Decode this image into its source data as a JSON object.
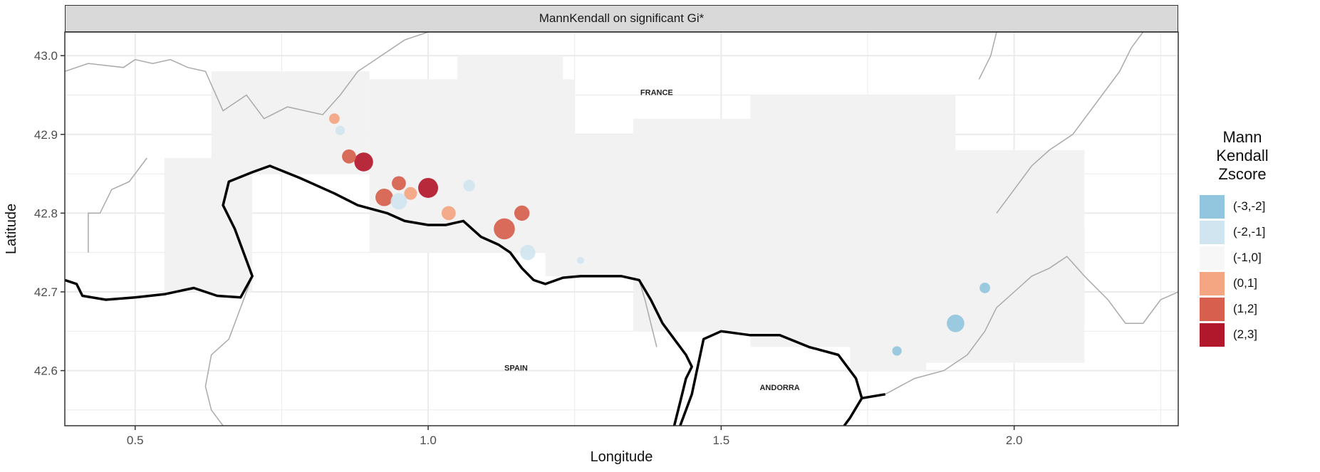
{
  "panel": {
    "strip_title": "MannKendall on significant Gi*"
  },
  "axes": {
    "xlabel": "Longitude",
    "ylabel": "Latitude",
    "xlim": [
      0.38,
      2.28
    ],
    "ylim": [
      42.53,
      43.03
    ],
    "xticks": [
      {
        "value": 0.5,
        "label": "0.5"
      },
      {
        "value": 1.0,
        "label": "1.0"
      },
      {
        "value": 1.5,
        "label": "1.5"
      },
      {
        "value": 2.0,
        "label": "2.0"
      }
    ],
    "yticks": [
      {
        "value": 42.6,
        "label": "42.6"
      },
      {
        "value": 42.7,
        "label": "42.7"
      },
      {
        "value": 42.8,
        "label": "42.8"
      },
      {
        "value": 42.9,
        "label": "42.9"
      },
      {
        "value": 43.0,
        "label": "43.0"
      }
    ]
  },
  "map_labels": [
    {
      "text": "FRANCE",
      "lon": 1.39,
      "lat": 42.95
    },
    {
      "text": "SPAIN",
      "lon": 1.15,
      "lat": 42.6
    },
    {
      "text": "ANDORRA",
      "lon": 1.6,
      "lat": 42.575
    }
  ],
  "legend": {
    "title_line1": "Mann Kendall",
    "title_line2": "Zscore",
    "items": [
      {
        "label": "(-3,-2]",
        "color": "#92c5de"
      },
      {
        "label": "(-2,-1]",
        "color": "#d1e5f0"
      },
      {
        "label": "(-1,0]",
        "color": "#f7f7f7"
      },
      {
        "label": "(0,1]",
        "color": "#f4a582"
      },
      {
        "label": "(1,2]",
        "color": "#d6604d"
      },
      {
        "label": "(2,3]",
        "color": "#b2182b"
      }
    ]
  },
  "colors": {
    "panel_background": "#ffffff",
    "grid": "#ebebeb",
    "border_country": "#000000",
    "border_region": "#aaaaaa",
    "study_area": "#f2f2f2"
  },
  "map_data": {
    "spain_france_border": [
      [
        0.38,
        42.715
      ],
      [
        0.4,
        42.71
      ],
      [
        0.41,
        42.695
      ],
      [
        0.45,
        42.69
      ],
      [
        0.5,
        42.693
      ],
      [
        0.55,
        42.697
      ],
      [
        0.6,
        42.705
      ],
      [
        0.64,
        42.695
      ],
      [
        0.68,
        42.693
      ],
      [
        0.7,
        42.72
      ],
      [
        0.67,
        42.78
      ],
      [
        0.65,
        42.81
      ],
      [
        0.66,
        42.84
      ],
      [
        0.7,
        42.852
      ],
      [
        0.73,
        42.86
      ],
      [
        0.78,
        42.845
      ],
      [
        0.84,
        42.825
      ],
      [
        0.88,
        42.81
      ],
      [
        0.93,
        42.8
      ],
      [
        0.96,
        42.79
      ],
      [
        1.0,
        42.785
      ],
      [
        1.03,
        42.785
      ],
      [
        1.06,
        42.79
      ],
      [
        1.09,
        42.77
      ],
      [
        1.12,
        42.76
      ],
      [
        1.14,
        42.75
      ],
      [
        1.16,
        42.73
      ],
      [
        1.18,
        42.715
      ],
      [
        1.2,
        42.71
      ],
      [
        1.23,
        42.718
      ],
      [
        1.26,
        42.72
      ],
      [
        1.3,
        42.72
      ],
      [
        1.33,
        42.72
      ],
      [
        1.36,
        42.715
      ],
      [
        1.38,
        42.69
      ],
      [
        1.4,
        42.66
      ],
      [
        1.42,
        42.64
      ],
      [
        1.44,
        42.62
      ],
      [
        1.45,
        42.605
      ],
      [
        1.44,
        42.59
      ],
      [
        1.43,
        42.56
      ],
      [
        1.42,
        42.53
      ]
    ],
    "andorra_border": [
      [
        1.43,
        42.53
      ],
      [
        1.45,
        42.57
      ],
      [
        1.47,
        42.64
      ],
      [
        1.5,
        42.65
      ],
      [
        1.55,
        42.645
      ],
      [
        1.6,
        42.645
      ],
      [
        1.65,
        42.63
      ],
      [
        1.7,
        42.62
      ],
      [
        1.73,
        42.59
      ],
      [
        1.74,
        42.565
      ],
      [
        1.72,
        42.54
      ],
      [
        1.71,
        42.53
      ]
    ],
    "east_border": [
      [
        1.74,
        42.565
      ],
      [
        1.78,
        42.57
      ]
    ],
    "region_lines": [
      [
        [
          0.38,
          42.98
        ],
        [
          0.42,
          42.99
        ],
        [
          0.48,
          42.985
        ],
        [
          0.5,
          42.995
        ],
        [
          0.53,
          42.99
        ],
        [
          0.56,
          42.995
        ],
        [
          0.59,
          42.985
        ],
        [
          0.62,
          42.98
        ],
        [
          0.65,
          42.93
        ],
        [
          0.69,
          42.95
        ],
        [
          0.72,
          42.92
        ],
        [
          0.76,
          42.935
        ],
        [
          0.79,
          42.93
        ],
        [
          0.82,
          42.925
        ],
        [
          0.85,
          42.95
        ],
        [
          0.88,
          42.98
        ],
        [
          0.92,
          43.0
        ],
        [
          0.96,
          43.02
        ],
        [
          1.0,
          43.03
        ]
      ],
      [
        [
          0.52,
          42.87
        ],
        [
          0.49,
          42.84
        ],
        [
          0.46,
          42.83
        ],
        [
          0.44,
          42.8
        ],
        [
          0.42,
          42.8
        ],
        [
          0.42,
          42.75
        ]
      ],
      [
        [
          0.7,
          42.72
        ],
        [
          0.68,
          42.68
        ],
        [
          0.66,
          42.64
        ],
        [
          0.63,
          42.62
        ],
        [
          0.62,
          42.58
        ],
        [
          0.63,
          42.55
        ],
        [
          0.65,
          42.53
        ]
      ],
      [
        [
          1.36,
          42.715
        ],
        [
          1.37,
          42.69
        ],
        [
          1.38,
          42.66
        ],
        [
          1.39,
          42.63
        ]
      ],
      [
        [
          1.78,
          42.57
        ],
        [
          1.83,
          42.59
        ],
        [
          1.88,
          42.6
        ],
        [
          1.92,
          42.62
        ],
        [
          1.95,
          42.65
        ],
        [
          1.97,
          42.68
        ],
        [
          2.0,
          42.7
        ],
        [
          2.03,
          42.72
        ],
        [
          2.06,
          42.73
        ],
        [
          2.09,
          42.745
        ],
        [
          2.12,
          42.72
        ],
        [
          2.16,
          42.69
        ],
        [
          2.19,
          42.66
        ],
        [
          2.22,
          42.66
        ],
        [
          2.25,
          42.69
        ],
        [
          2.28,
          42.7
        ]
      ],
      [
        [
          1.97,
          42.8
        ],
        [
          2.0,
          42.83
        ],
        [
          2.03,
          42.86
        ],
        [
          2.06,
          42.88
        ],
        [
          2.1,
          42.9
        ],
        [
          2.12,
          42.92
        ],
        [
          2.15,
          42.95
        ],
        [
          2.18,
          42.98
        ],
        [
          2.2,
          43.01
        ],
        [
          2.22,
          43.03
        ]
      ],
      [
        [
          1.94,
          42.97
        ],
        [
          1.96,
          43.0
        ],
        [
          1.97,
          43.03
        ]
      ]
    ],
    "study_area_blocks": [
      [
        [
          0.55,
          42.87
        ],
        [
          0.7,
          42.87
        ],
        [
          0.7,
          42.7
        ],
        [
          0.55,
          42.7
        ]
      ],
      [
        [
          0.63,
          42.98
        ],
        [
          0.9,
          42.98
        ],
        [
          0.9,
          42.85
        ],
        [
          0.63,
          42.85
        ]
      ],
      [
        [
          0.9,
          42.97
        ],
        [
          1.25,
          42.97
        ],
        [
          1.25,
          42.75
        ],
        [
          0.9,
          42.75
        ]
      ],
      [
        [
          1.05,
          43.0
        ],
        [
          1.23,
          43.0
        ],
        [
          1.23,
          42.85
        ],
        [
          1.05,
          42.85
        ]
      ],
      [
        [
          1.2,
          42.9
        ],
        [
          1.45,
          42.9
        ],
        [
          1.45,
          42.72
        ],
        [
          1.2,
          42.72
        ]
      ],
      [
        [
          1.35,
          42.92
        ],
        [
          1.6,
          42.92
        ],
        [
          1.6,
          42.65
        ],
        [
          1.35,
          42.65
        ]
      ],
      [
        [
          1.55,
          42.95
        ],
        [
          1.9,
          42.95
        ],
        [
          1.9,
          42.63
        ],
        [
          1.55,
          42.63
        ]
      ],
      [
        [
          1.8,
          42.88
        ],
        [
          2.12,
          42.88
        ],
        [
          2.12,
          42.61
        ],
        [
          1.8,
          42.61
        ]
      ],
      [
        [
          1.5,
          42.85
        ],
        [
          2.05,
          42.85
        ],
        [
          2.05,
          42.68
        ],
        [
          1.5,
          42.68
        ]
      ],
      [
        [
          1.72,
          42.74
        ],
        [
          1.85,
          42.74
        ],
        [
          1.85,
          42.6
        ],
        [
          1.72,
          42.6
        ]
      ],
      [
        [
          1.9,
          42.78
        ],
        [
          2.12,
          42.78
        ],
        [
          2.12,
          42.66
        ],
        [
          1.9,
          42.66
        ]
      ]
    ],
    "hotspots": [
      {
        "lon": 0.89,
        "lat": 42.865,
        "r": 0.016,
        "cls": 5
      },
      {
        "lon": 0.865,
        "lat": 42.872,
        "r": 0.012,
        "cls": 4
      },
      {
        "lon": 0.84,
        "lat": 42.92,
        "r": 0.009,
        "cls": 3
      },
      {
        "lon": 0.925,
        "lat": 42.82,
        "r": 0.015,
        "cls": 4
      },
      {
        "lon": 0.95,
        "lat": 42.838,
        "r": 0.012,
        "cls": 4
      },
      {
        "lon": 1.0,
        "lat": 42.832,
        "r": 0.017,
        "cls": 5
      },
      {
        "lon": 0.97,
        "lat": 42.825,
        "r": 0.011,
        "cls": 3
      },
      {
        "lon": 1.035,
        "lat": 42.8,
        "r": 0.012,
        "cls": 3
      },
      {
        "lon": 1.13,
        "lat": 42.78,
        "r": 0.018,
        "cls": 4
      },
      {
        "lon": 1.16,
        "lat": 42.8,
        "r": 0.013,
        "cls": 4
      },
      {
        "lon": 0.95,
        "lat": 42.815,
        "r": 0.014,
        "cls": 1
      },
      {
        "lon": 0.85,
        "lat": 42.905,
        "r": 0.008,
        "cls": 1
      },
      {
        "lon": 1.07,
        "lat": 42.835,
        "r": 0.01,
        "cls": 1
      },
      {
        "lon": 1.17,
        "lat": 42.75,
        "r": 0.013,
        "cls": 1
      },
      {
        "lon": 1.9,
        "lat": 42.66,
        "r": 0.015,
        "cls": 0
      },
      {
        "lon": 1.95,
        "lat": 42.705,
        "r": 0.009,
        "cls": 0
      },
      {
        "lon": 1.8,
        "lat": 42.625,
        "r": 0.008,
        "cls": 0
      },
      {
        "lon": 1.26,
        "lat": 42.74,
        "r": 0.006,
        "cls": 1
      }
    ]
  }
}
